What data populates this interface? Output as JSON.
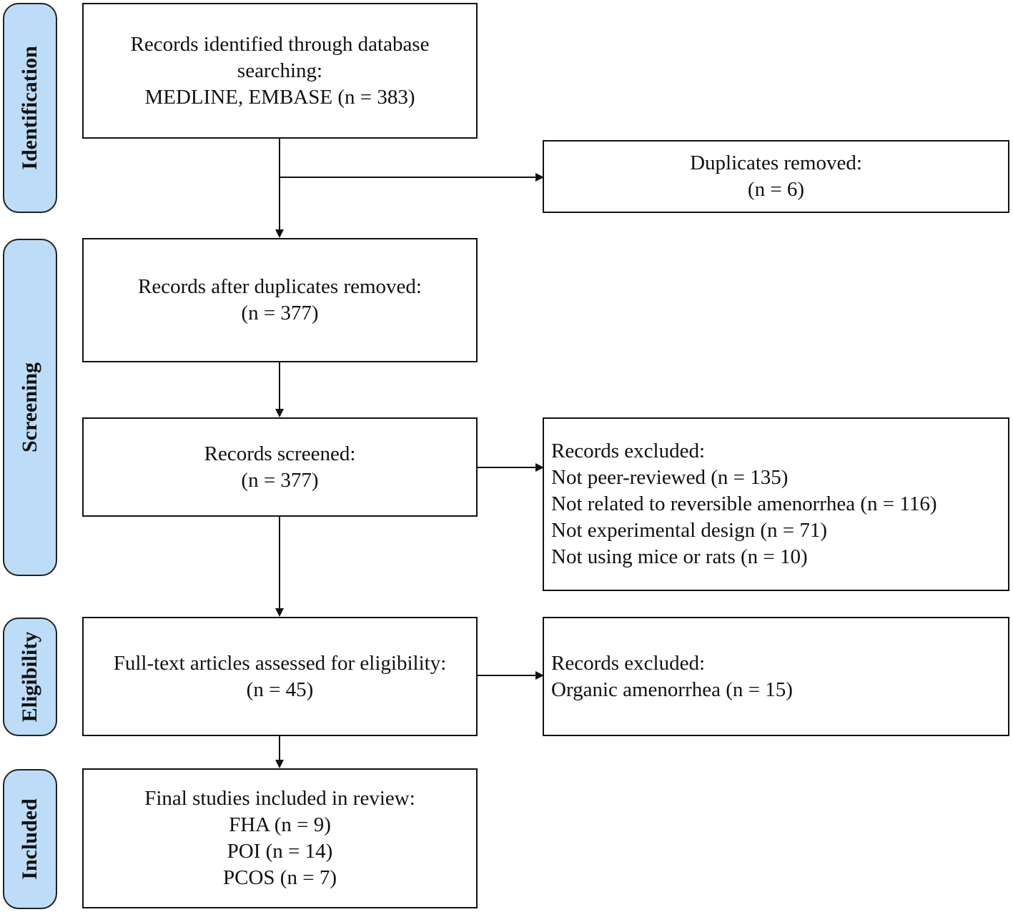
{
  "phases": {
    "identification": "Identification",
    "screening": "Screening",
    "eligibility": "Eligibility",
    "included": "Included"
  },
  "boxes": {
    "identified": [
      "Records identified through database",
      "searching:",
      "MEDLINE, EMBASE (n = 383)"
    ],
    "duplicates": [
      "Duplicates removed:",
      "(n = 6)"
    ],
    "after_duplicates": [
      "Records after duplicates removed:",
      "(n = 377)"
    ],
    "screened": [
      "Records screened:",
      "(n = 377)"
    ],
    "excluded_screening": [
      "Records excluded:",
      "Not peer-reviewed (n = 135)",
      "Not related to reversible amenorrhea (n = 116)",
      "Not experimental design (n = 71)",
      "Not using mice or rats (n = 10)"
    ],
    "fulltext": [
      "Full-text articles assessed for eligibility:",
      "(n = 45)"
    ],
    "excluded_eligibility": [
      "Records excluded:",
      "Organic amenorrhea (n = 15)"
    ],
    "included": [
      "Final studies included in review:",
      "FHA (n = 9)",
      "POI (n = 14)",
      "PCOS (n = 7)"
    ]
  }
}
